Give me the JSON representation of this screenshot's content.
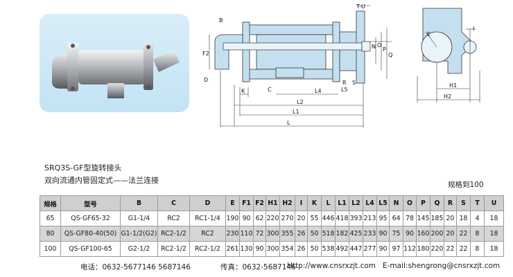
{
  "product": {
    "title": "SRQ3S-GF型旋转接头",
    "subtitle": "双向流通内管固定式——法兰连接",
    "spec_label": "规格到100"
  },
  "diagram_labels": {
    "main": [
      "T-U",
      "B",
      "F2",
      "D",
      "K",
      "C",
      "L4",
      "L2",
      "L1",
      "L",
      "N",
      "O",
      "P",
      "Q",
      "R",
      "S",
      "L5"
    ],
    "side": [
      "E",
      "I",
      "H1",
      "H2"
    ]
  },
  "table": {
    "headers": [
      "规格",
      "型号",
      "B",
      "C",
      "D",
      "E",
      "F1",
      "F2",
      "H1",
      "H2",
      "I",
      "K",
      "L",
      "L1",
      "L2",
      "L4",
      "L5",
      "N",
      "O",
      "P",
      "Q",
      "R",
      "S",
      "T",
      "U"
    ],
    "rows": [
      [
        "65",
        "QS-GF65-32",
        "G1-1/4",
        "RC2",
        "RC1-1/4",
        "190",
        "90",
        "62",
        "220",
        "270",
        "20",
        "55",
        "446",
        "418",
        "393",
        "213",
        "95",
        "64",
        "78",
        "145",
        "185",
        "20",
        "18",
        "4",
        "18"
      ],
      [
        "80",
        "QS-GF80-40(50)",
        "G1-1/2(G2)",
        "RC2-1/2",
        "RC2",
        "230",
        "110",
        "72",
        "300",
        "355",
        "26",
        "50",
        "518",
        "182",
        "425",
        "233",
        "90",
        "75",
        "90",
        "160",
        "200",
        "20",
        "22",
        "8",
        "18"
      ],
      [
        "100",
        "QS-GF100-65",
        "G2-1/2",
        "RC2-1/2",
        "RC2-1/2",
        "261",
        "130",
        "90",
        "300",
        "354",
        "26",
        "50",
        "538",
        "492",
        "447",
        "277",
        "90",
        "97",
        "112",
        "180",
        "220",
        "22",
        "22",
        "8",
        "18"
      ]
    ]
  },
  "footer": {
    "phone": "电话：0632-5677146   5687146",
    "fax": "传真：0632-5687146",
    "website": "Http://www.cnsrxzjt.com",
    "email": "E-mail:shengrong@cnsrxzjt.com"
  }
}
